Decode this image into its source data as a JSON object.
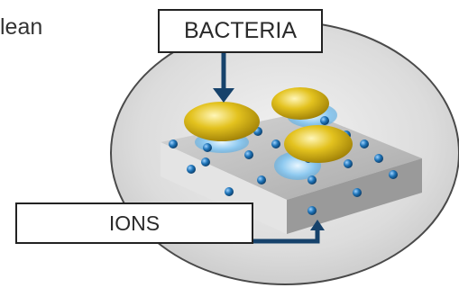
{
  "fragment_text": "lean",
  "labels": {
    "bacteria": "BACTERIA",
    "ions": "IONS"
  },
  "colors": {
    "circle_fill": "#d8d8d8",
    "circle_stroke": "#4a4a4a",
    "slab_top": "#c4c4c4",
    "slab_front": "#e6e6e6",
    "slab_side": "#9c9c9c",
    "bacteria": "#d9b414",
    "ion": "#1f74b8",
    "arrow": "#16426b"
  }
}
